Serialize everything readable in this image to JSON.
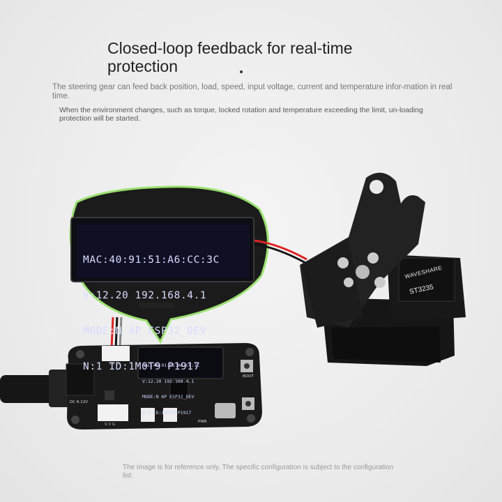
{
  "headline": "Closed-loop feedback for real-time protection",
  "description": "The steering gear can feed back position, load, speed, input voltage, current and temperature infor-mation in real time.",
  "description2": "When the environment changes, such as torque, locked rotation and temperature exceeding the limit, un-loading protection will be started.",
  "disclaimer": "The image is for reference only. The specific configuration is subject to the configuration list.",
  "oled_lines": [
    "MAC:40:91:51:A6:CC:3C",
    "V:12.20 192.168.4.1",
    "MODE:N AP ESP32_DEV",
    "N:1 ID:1M0T9 P1917"
  ],
  "board_labels": {
    "power": "DC 6-12V",
    "boot": "BOOT",
    "pwr": "PWR",
    "connector_top": "5 V G",
    "connector_bottom": "S V G"
  },
  "servo": {
    "brand": "WAVESHARE",
    "model": "ST3235"
  }
}
